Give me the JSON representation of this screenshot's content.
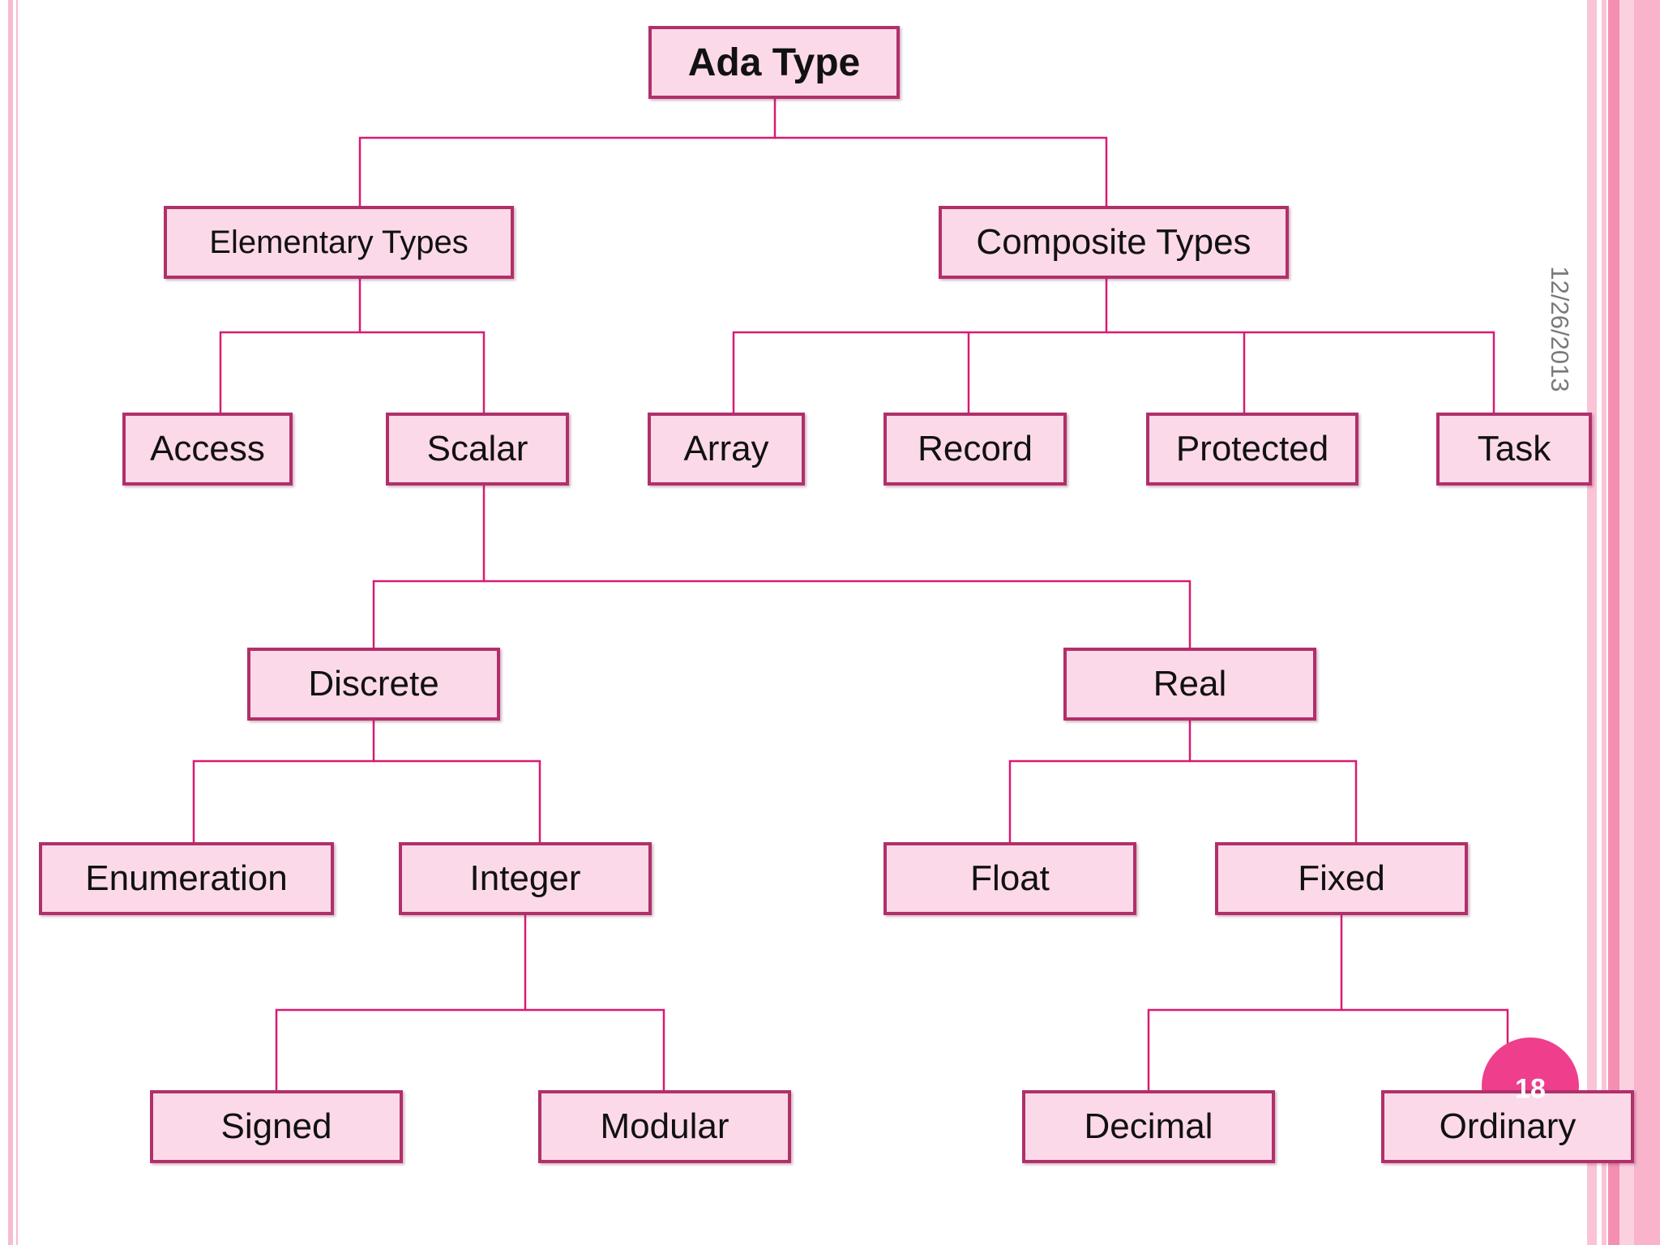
{
  "slide": {
    "date": "12/26/2013",
    "page_number": "18"
  },
  "colors": {
    "box_fill": "#fcd9e8",
    "box_border": "#b0306a",
    "connector": "#d81b72",
    "badge": "#ef3f8c",
    "stripe_light": "#fbc3d6",
    "stripe_dark": "#f48fb1"
  },
  "tree": {
    "root": "Ada Type",
    "elementary": "Elementary Types",
    "composite": "Composite Types",
    "access": "Access",
    "scalar": "Scalar",
    "array": "Array",
    "record": "Record",
    "protected": "Protected",
    "task": "Task",
    "discrete": "Discrete",
    "real": "Real",
    "enumeration": "Enumeration",
    "integer": "Integer",
    "float": "Float",
    "fixed": "Fixed",
    "signed": "Signed",
    "modular": "Modular",
    "decimal": "Decimal",
    "ordinary": "Ordinary"
  }
}
